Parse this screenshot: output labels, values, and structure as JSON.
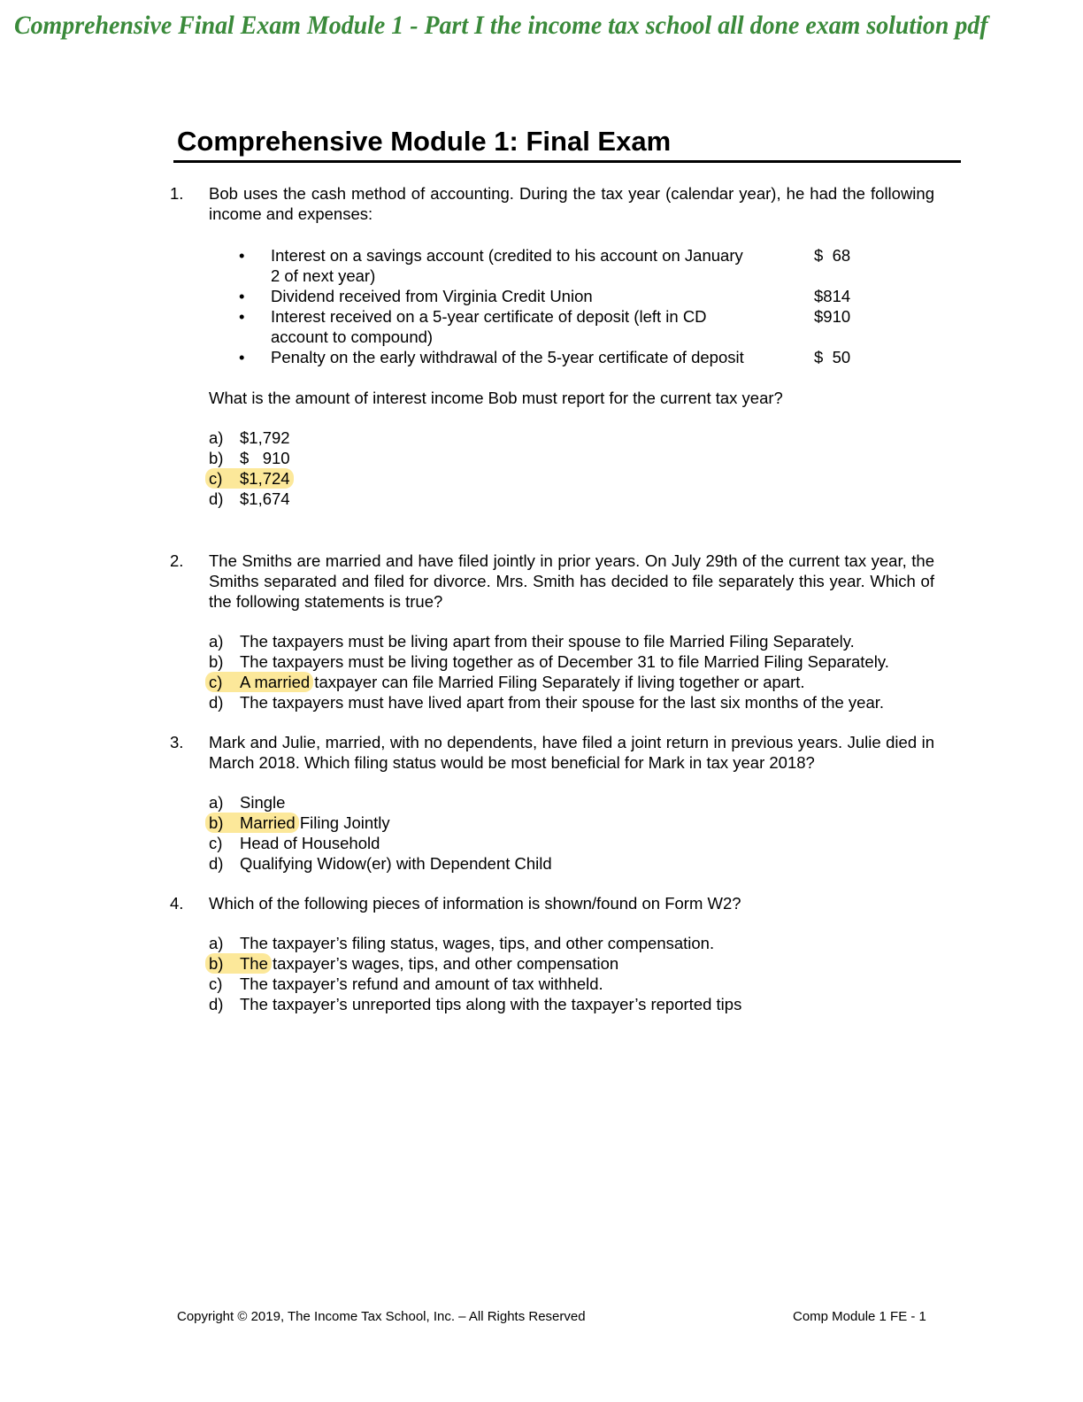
{
  "banner": "Comprehensive Final Exam Module 1 - Part I the income tax school all done exam solution pdf",
  "title": "Comprehensive Module 1: Final Exam",
  "questions": [
    {
      "number": "1.",
      "stem": "Bob uses the cash method of accounting.  During the tax year (calendar year), he had the following income and expenses:",
      "bullets": [
        {
          "text": "Interest on a savings account (credited to his account on January 2 of next year)",
          "amount": "$  68"
        },
        {
          "text": "Dividend received from Virginia Credit Union",
          "amount": "$814"
        },
        {
          "text": "Interest received on a 5-year certificate of deposit (left in CD account to compound)",
          "amount": "$910"
        },
        {
          "text": "Penalty on the early withdrawal of the 5-year certificate of deposit",
          "amount": "$  50"
        }
      ],
      "ask": "What is the amount of interest income Bob must report for the current tax year?",
      "options": [
        {
          "letter": "a)",
          "text": "$1,792"
        },
        {
          "letter": "b)",
          "text": "$   910"
        },
        {
          "letter": "c)",
          "text": "$1,724",
          "highlighted": true
        },
        {
          "letter": "d)",
          "text": "$1,674"
        }
      ]
    },
    {
      "number": "2.",
      "stem": "The Smiths are married and have filed jointly in prior years.  On July 29th of the current tax year, the Smiths separated and filed for divorce.  Mrs. Smith has decided to file separately this year.  Which of the following statements is true?",
      "options": [
        {
          "letter": "a)",
          "text": "The taxpayers must be living apart from their spouse to file Married Filing Separately."
        },
        {
          "letter": "b)",
          "text": "The taxpayers must be living together as of December 31 to file Married Filing Separately."
        },
        {
          "letter": "c)",
          "hl_text": "A married",
          "text": " taxpayer can file Married Filing Separately if living together or apart.",
          "highlighted": true
        },
        {
          "letter": "d)",
          "text": "The taxpayers must have lived apart from their spouse for the last six months of the year."
        }
      ]
    },
    {
      "number": "3.",
      "stem": "Mark and Julie, married, with no dependents, have filed a joint return in previous years.  Julie died in March 2018.  Which filing status would be most beneficial for Mark in tax year 2018?",
      "options": [
        {
          "letter": "a)",
          "text": "Single"
        },
        {
          "letter": "b)",
          "hl_text": "Married",
          "text": " Filing Jointly",
          "highlighted": true
        },
        {
          "letter": "c)",
          "text": "Head of Household"
        },
        {
          "letter": "d)",
          "text": "Qualifying Widow(er) with Dependent Child"
        }
      ]
    },
    {
      "number": "4.",
      "stem": "Which of the following pieces of information is shown/found on Form W2?",
      "options": [
        {
          "letter": "a)",
          "text": "The taxpayer’s filing status, wages, tips, and other compensation."
        },
        {
          "letter": "b)",
          "hl_text": "The",
          "text": " taxpayer’s wages, tips, and other compensation",
          "highlighted": true
        },
        {
          "letter": "c)",
          "text": "The taxpayer’s refund and amount of tax withheld."
        },
        {
          "letter": "d)",
          "text": "The taxpayer’s unreported tips along with the taxpayer’s reported tips"
        }
      ]
    }
  ],
  "footer": {
    "copyright": "Copyright © 2019, The Income Tax School, Inc. – All Rights Reserved",
    "page": "Comp Module 1 FE - 1"
  },
  "colors": {
    "banner": "#3a8a3a",
    "highlight": "#fce89a"
  }
}
